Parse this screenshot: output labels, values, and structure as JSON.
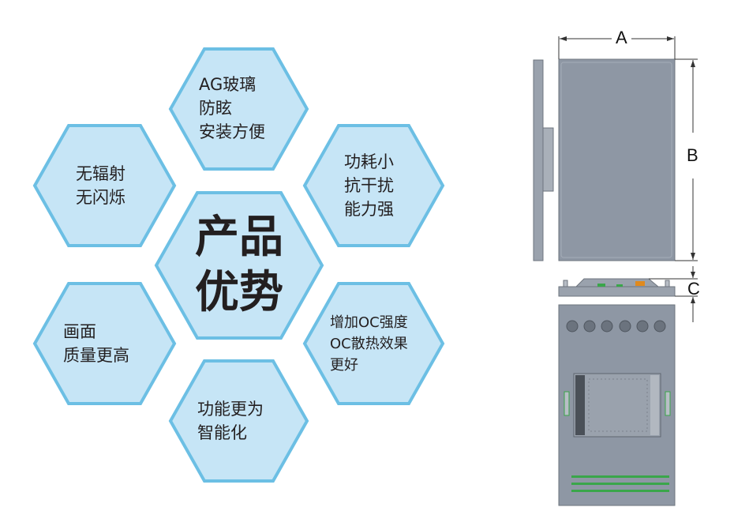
{
  "colors": {
    "hex_fill": "#c6e5f6",
    "hex_stroke": "#6cbfe4",
    "text": "#231f20",
    "device_gray": "#8e97a4",
    "accent_green": "#3aa64a",
    "accent_orange": "#e08a1e"
  },
  "center": {
    "line1": "产品",
    "line2": "优势"
  },
  "features": [
    {
      "lines": [
        "AG玻璃",
        "防眩",
        "安装方便"
      ]
    },
    {
      "lines": [
        "无辐射",
        "无闪烁"
      ]
    },
    {
      "lines": [
        "功耗小",
        "抗干扰",
        "能力强"
      ]
    },
    {
      "lines": [
        "画面",
        "质量更高"
      ]
    },
    {
      "lines": [
        "增加OC强度",
        "OC散热效果",
        "更好"
      ]
    },
    {
      "lines": [
        "功能更为",
        "智能化"
      ]
    }
  ],
  "dimensions": {
    "a": "A",
    "b": "B",
    "c": "C"
  }
}
